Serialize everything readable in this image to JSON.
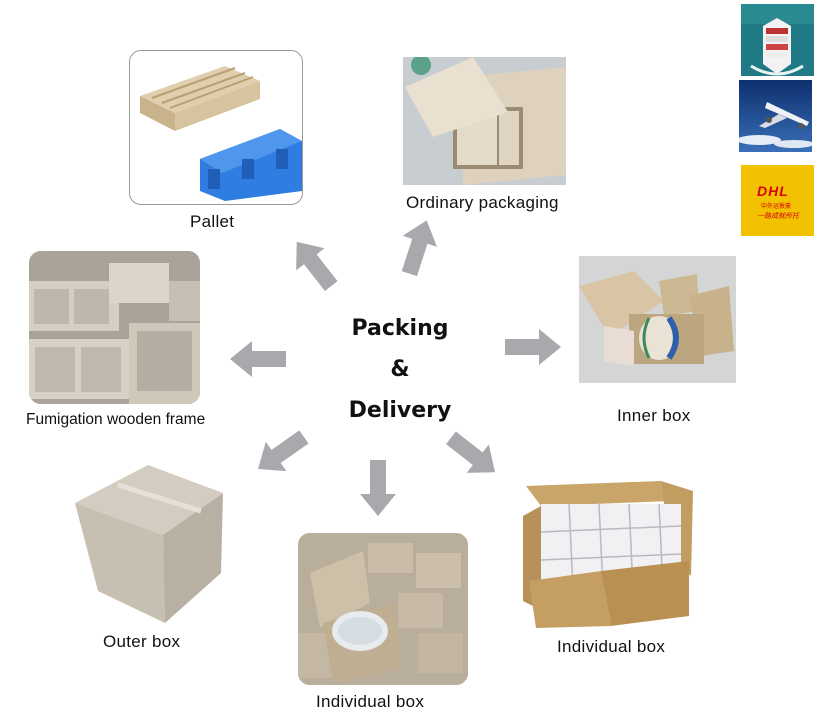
{
  "center": {
    "line1": "Packing",
    "line2": "&",
    "line3": "Delivery"
  },
  "items": [
    {
      "id": "pallet",
      "label": "Pallet"
    },
    {
      "id": "ordinary-packaging",
      "label": "Ordinary packaging"
    },
    {
      "id": "fumigation-wooden-frame",
      "label": "Fumigation wooden frame"
    },
    {
      "id": "inner-box",
      "label": "Inner box"
    },
    {
      "id": "outer-box",
      "label": "Outer box"
    },
    {
      "id": "individual-box-mug",
      "label": "Individual box"
    },
    {
      "id": "individual-box-carton",
      "label": "Individual box"
    }
  ],
  "shipping": {
    "sea": "sea-freight-ship",
    "air": "air-freight-plane",
    "express": {
      "brand": "DHL",
      "sub1": "中外运敦豪",
      "sub2": "一路成就所托"
    }
  },
  "colors": {
    "arrow": "#a7a9ac",
    "dhl_yellow": "#f2c200",
    "dhl_red": "#d40511",
    "cardboard": "#c9b99a",
    "pallet_blue": "#2f7de0"
  }
}
